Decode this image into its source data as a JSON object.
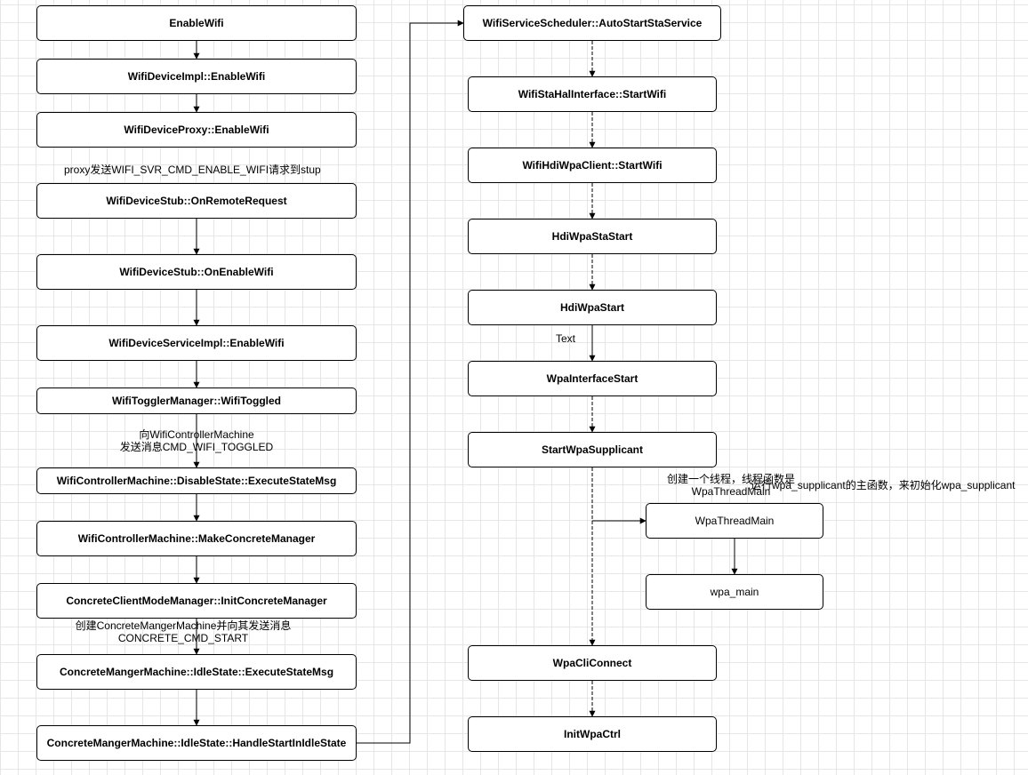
{
  "left_column": [
    "EnableWifi",
    "WifiDeviceImpl::EnableWifi",
    "WifiDeviceProxy::EnableWifi",
    "WifiDeviceStub::OnRemoteRequest",
    "WifiDeviceStub::OnEnableWifi",
    "WifiDeviceServiceImpl::EnableWifi",
    "WifiTogglerManager::WifiToggled",
    "WifiControllerMachine::DisableState::ExecuteStateMsg",
    "WifiControllerMachine::MakeConcreteManager",
    "ConcreteClientModeManager::InitConcreteManager",
    "ConcreteMangerMachine::IdleState::ExecuteStateMsg",
    "ConcreteMangerMachine::IdleState::HandleStartInIdleState"
  ],
  "right_column": [
    "WifiServiceScheduler::AutoStartStaService",
    "WifiStaHalInterface::StartWifi",
    "WifiHdiWpaClient::StartWifi",
    "HdiWpaStaStart",
    "HdiWpaStart",
    "WpaInterfaceStart",
    "StartWpaSupplicant",
    "WpaCliConnect",
    "InitWpaCtrl"
  ],
  "thread_branch": [
    "WpaThreadMain",
    "wpa_main"
  ],
  "edge_labels": {
    "proxy_send": "proxy发送WIFI_SVR_CMD_ENABLE_WIFI请求到stup",
    "to_controller_line1": "向WifiControllerMachine",
    "to_controller_line2": "发送消息CMD_WIFI_TOGGLED",
    "create_machine_line1": "创建ConcreteMangerMachine并向其发送消息",
    "create_machine_line2": "CONCRETE_CMD_START",
    "text_label": "Text",
    "create_thread_line1": "创建一个线程，线程函数是",
    "create_thread_line2": "WpaThreadMain",
    "run_supplicant": "运行wpa_supplicant的主函数，来初始化wpa_supplicant"
  }
}
